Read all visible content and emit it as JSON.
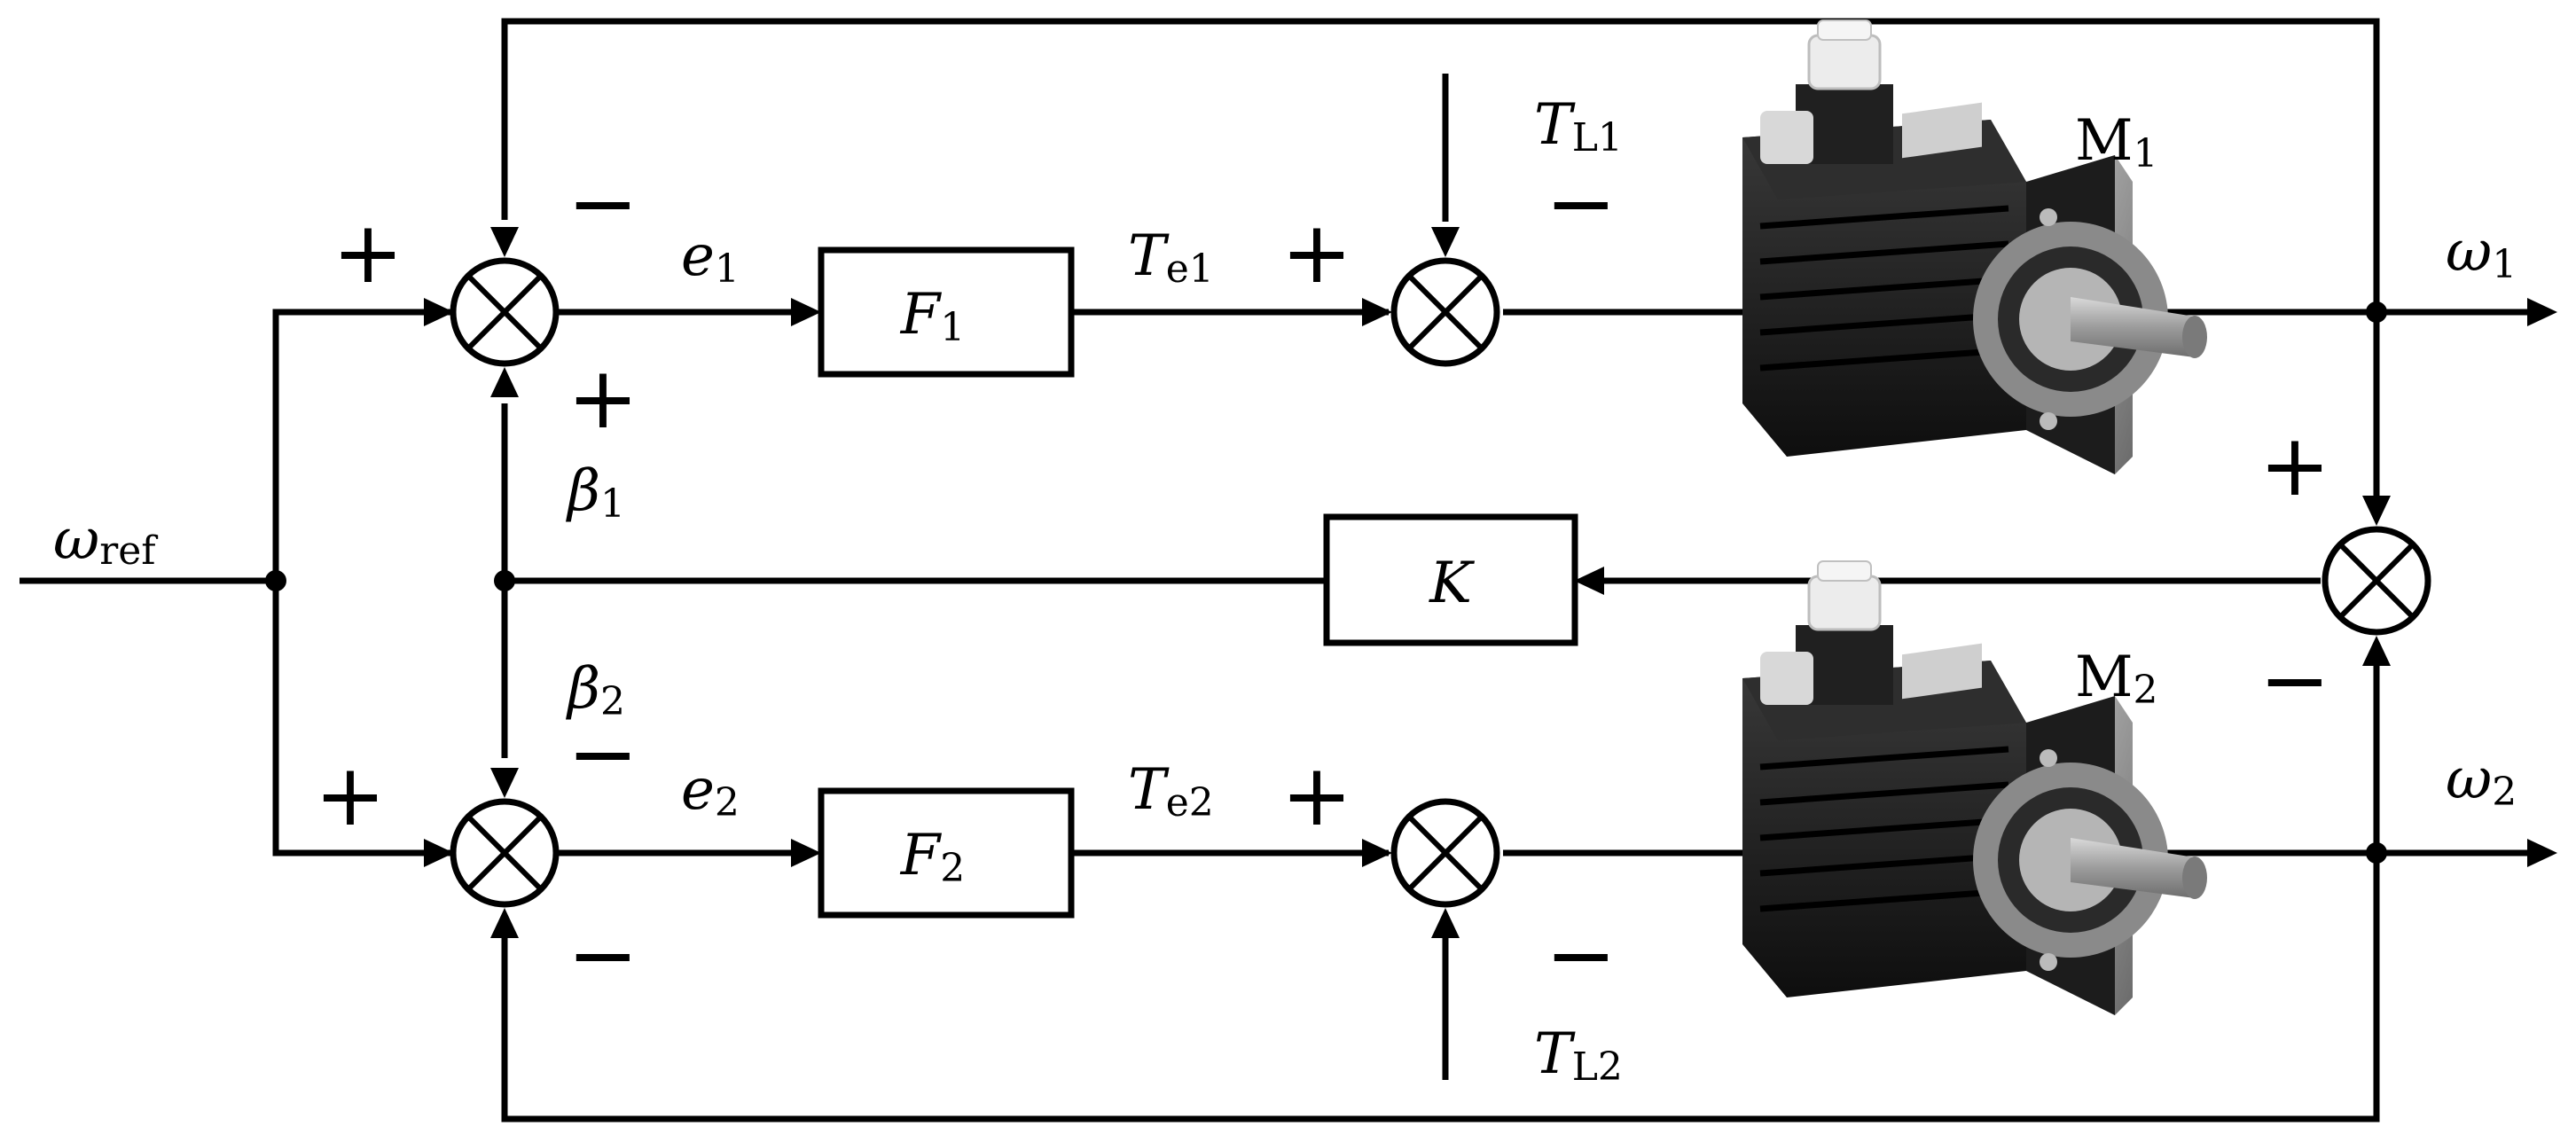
{
  "signals": {
    "w_ref": {
      "main": "ω",
      "sub": "ref"
    },
    "w1": {
      "main": "ω",
      "sub": "1"
    },
    "w2": {
      "main": "ω",
      "sub": "2"
    },
    "e1": {
      "main": "e",
      "sub": "1"
    },
    "e2": {
      "main": "e",
      "sub": "2"
    },
    "te1": {
      "main": "T",
      "sub": "e1"
    },
    "te2": {
      "main": "T",
      "sub": "e2"
    },
    "tl1": {
      "main": "T",
      "sub": "L1"
    },
    "tl2": {
      "main": "T",
      "sub": "L2"
    },
    "beta1": {
      "main": "β",
      "sub": "1"
    },
    "beta2": {
      "main": "β",
      "sub": "2"
    }
  },
  "blocks": {
    "f1": {
      "main": "F",
      "sub": "1"
    },
    "f2": {
      "main": "F",
      "sub": "2"
    },
    "k": {
      "main": "K"
    }
  },
  "motors": {
    "m1": {
      "main": "M",
      "sub": "1"
    },
    "m2": {
      "main": "M",
      "sub": "2"
    }
  },
  "signs": {
    "plus": "+",
    "minus": "−"
  },
  "colors": {
    "line": "#000000",
    "motor_body": "#1a1a1a",
    "motor_flange": "#9a9a9a",
    "motor_cap": "#e8e8e8"
  }
}
